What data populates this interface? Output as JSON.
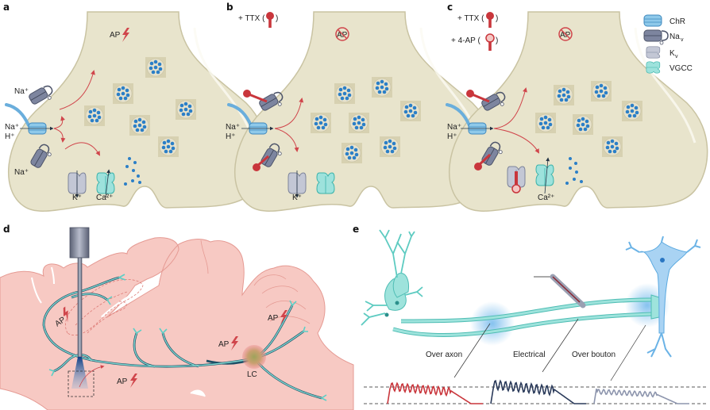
{
  "panels": {
    "a": {
      "label": "a",
      "ap_text": "AP",
      "ions": {
        "na_top": "Na⁺",
        "na_mid": "Na⁺",
        "h_mid": "H⁺",
        "na_bottom": "Na⁺",
        "k": "K⁺",
        "ca": "Ca²⁺"
      }
    },
    "b": {
      "label": "b",
      "drug": "+ TTX (",
      "drug_close": ")",
      "ap_text": "AP",
      "ions": {
        "na_mid": "Na⁺",
        "h_mid": "H⁺",
        "k": "K⁺"
      }
    },
    "c": {
      "label": "c",
      "drug1": "+ TTX (",
      "drug1_close": ")",
      "drug2": "+ 4-AP (",
      "drug2_close": ")",
      "ap_text": "AP",
      "ions": {
        "na_mid": "Na⁺",
        "h_mid": "H⁺",
        "ca": "Ca²⁺"
      }
    },
    "d": {
      "label": "d",
      "ap_labels": [
        "AP",
        "AP",
        "AP",
        "AP"
      ],
      "lc_label": "LC"
    },
    "e": {
      "label": "e",
      "trace_labels": [
        "Over axon",
        "Electrical",
        "Over bouton"
      ]
    }
  },
  "legend": [
    {
      "label": "ChR",
      "icon": "chr-channel-icon",
      "color": "#8ec9ea"
    },
    {
      "label": "Na",
      "sub": "v",
      "icon": "nav-channel-icon",
      "color": "#6f7a94"
    },
    {
      "label": "K",
      "sub": "v",
      "icon": "kv-channel-icon",
      "color": "#b7bccc"
    },
    {
      "label": "VGCC",
      "icon": "vgcc-channel-icon",
      "color": "#7fd3cc"
    }
  ],
  "colors": {
    "terminal_fill": "#e8e4cc",
    "terminal_stroke": "#c9c3a2",
    "arrow_red": "#d0454b",
    "brain_fill": "#f7c9c3",
    "brain_stroke": "#e59a93",
    "axon": "#2b8f8c",
    "axon_light": "#7fd6cf",
    "trace_axon": "#c9363c",
    "trace_electrical": "#2a3a5a",
    "trace_bouton": "#8d95ad",
    "neuron_right": "#6bb3e6",
    "neuron_left": "#7fd6cf"
  }
}
